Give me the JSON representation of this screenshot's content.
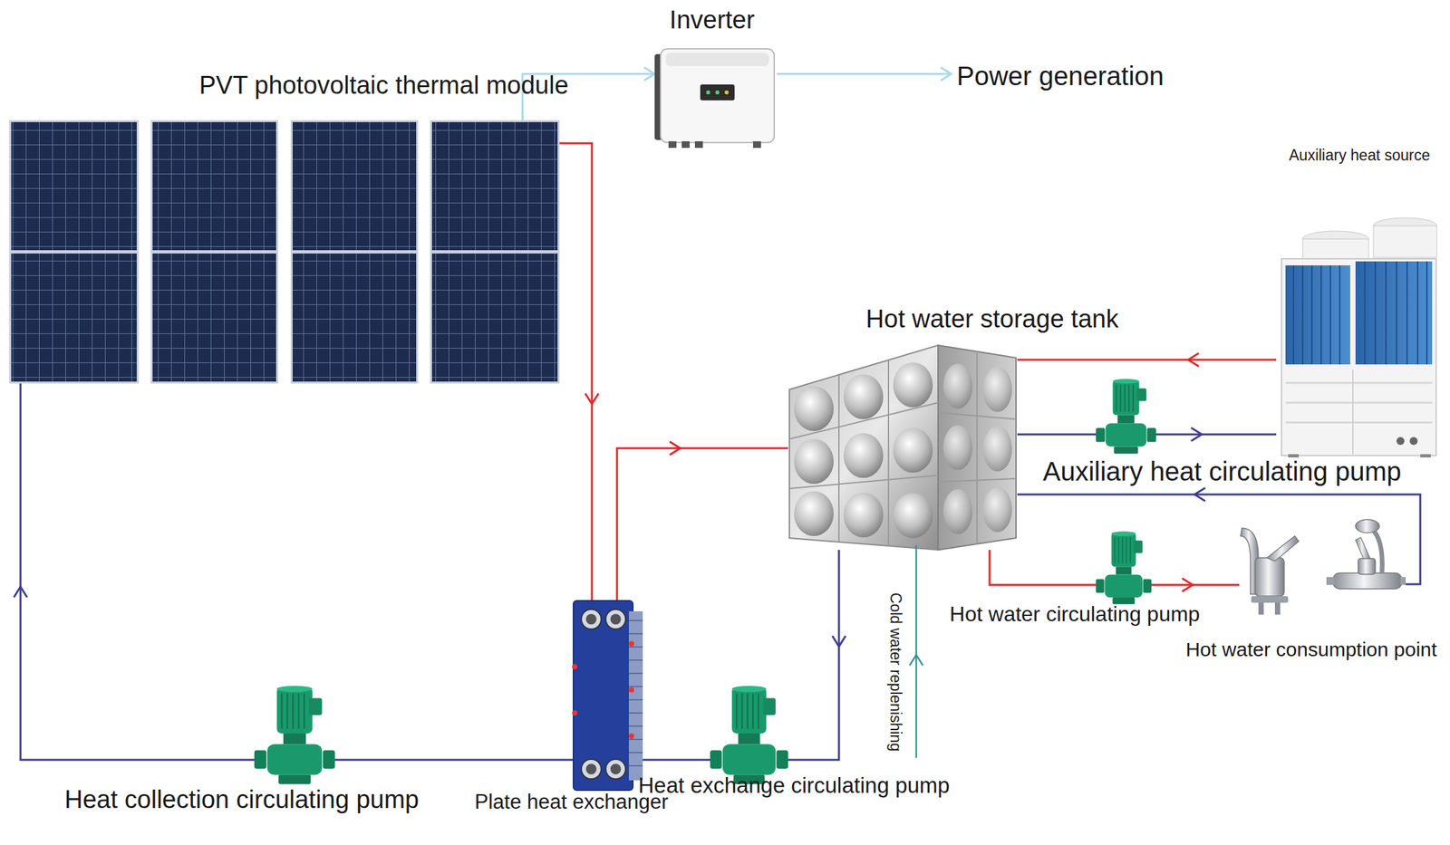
{
  "diagram": {
    "nodes": [
      {
        "text": [
          "Inverter"
        ]
      },
      {
        "text": [
          "PVT photovoltaic thermal module"
        ]
      },
      {
        "text": [
          "Power generation"
        ]
      },
      {
        "text": [
          "Auxiliary heat source"
        ]
      },
      {
        "text": [
          "Hot water storage tank"
        ]
      },
      {
        "text": [
          "Auxiliary heat circulating pump"
        ]
      },
      {
        "text": [
          "Hot water circulating pump"
        ]
      },
      {
        "text": [
          "Hot water consumption point"
        ]
      },
      {
        "text": [
          "Heat collection circulating pump"
        ]
      },
      {
        "text": [
          "Plate heat exchanger"
        ]
      },
      {
        "text": [
          "Heat exchange circulating pump"
        ]
      }
    ],
    "edges": [
      {
        "from": 1,
        "to": 0,
        "arrow": "to"
      },
      {
        "from": 0,
        "to": 2,
        "arrow": "to"
      },
      {
        "from": 1,
        "to": 9,
        "arrow": "to"
      },
      {
        "from": 8,
        "to": 1,
        "arrow": "to"
      },
      {
        "from": 9,
        "to": 8,
        "arrow": "none"
      },
      {
        "from": 9,
        "to": 4,
        "arrow": "to"
      },
      {
        "from": 4,
        "to": 10,
        "arrow": "to"
      },
      {
        "from": 10,
        "to": 9,
        "arrow": "none"
      },
      {
        "from": 4,
        "to": 5,
        "arrow": "none"
      },
      {
        "from": 5,
        "to": 3,
        "arrow": "to"
      },
      {
        "from": 3,
        "to": 4,
        "arrow": "to"
      },
      {
        "from": 4,
        "to": 6,
        "arrow": "none"
      },
      {
        "from": 6,
        "to": 7,
        "arrow": "to"
      },
      {
        "from": 7,
        "to": 4,
        "arrow": "to"
      }
    ],
    "labels": [
      "Cold water replenishing"
    ]
  }
}
